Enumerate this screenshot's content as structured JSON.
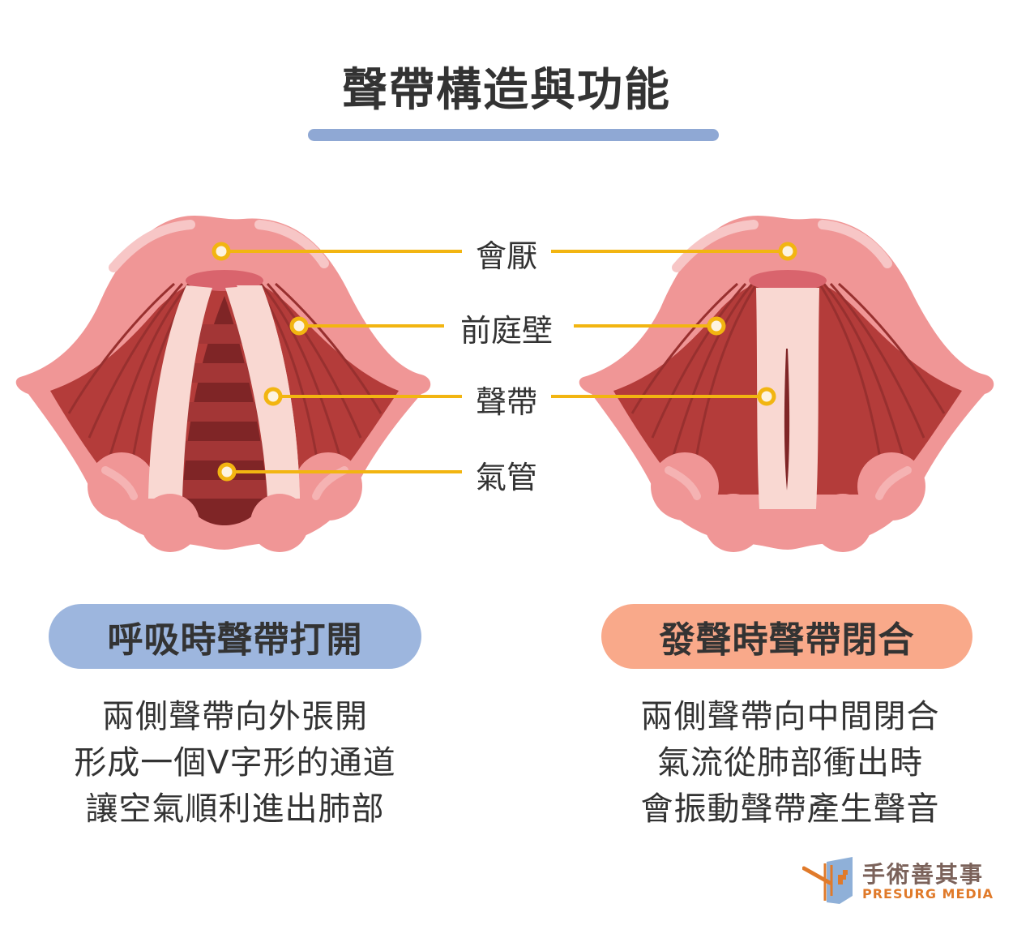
{
  "title": "聲帶構造與功能",
  "labels": {
    "epiglottis": "會厭",
    "vestibular_wall": "前庭壁",
    "vocal_cords": "聲帶",
    "trachea": "氣管"
  },
  "left_panel": {
    "heading": "呼吸時聲帶打開",
    "lines": [
      "兩側聲帶向外張開",
      "形成一個V字形的通道",
      "讓空氣順利進出肺部"
    ]
  },
  "right_panel": {
    "heading": "發聲時聲帶閉合",
    "lines": [
      "兩側聲帶向中間閉合",
      "氣流從肺部衝出時",
      "會振動聲帶產生聲音"
    ]
  },
  "logo": {
    "name_cn": "手術善其事",
    "name_en": "PRESURG MEDIA"
  },
  "colors": {
    "accent_blue": "#8fa8d4",
    "pill_blue": "#9db6de",
    "pill_orange": "#f9a98a",
    "leader": "#f2b511"
  }
}
